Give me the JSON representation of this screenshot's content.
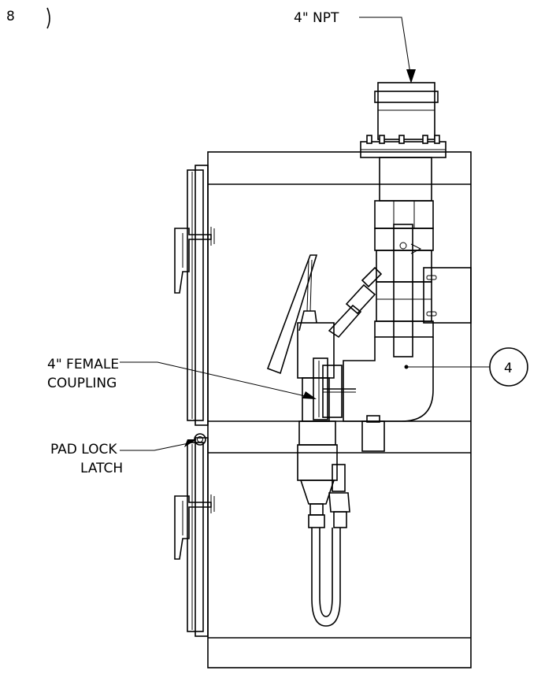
{
  "labels": {
    "npt": "4\" NPT",
    "coupling_line1": "4\" FEMALE",
    "coupling_line2": "COUPLING",
    "padlock_line1": "PAD LOCK",
    "padlock_line2": "LATCH",
    "balloon": "4",
    "corner_fragment": "8"
  }
}
